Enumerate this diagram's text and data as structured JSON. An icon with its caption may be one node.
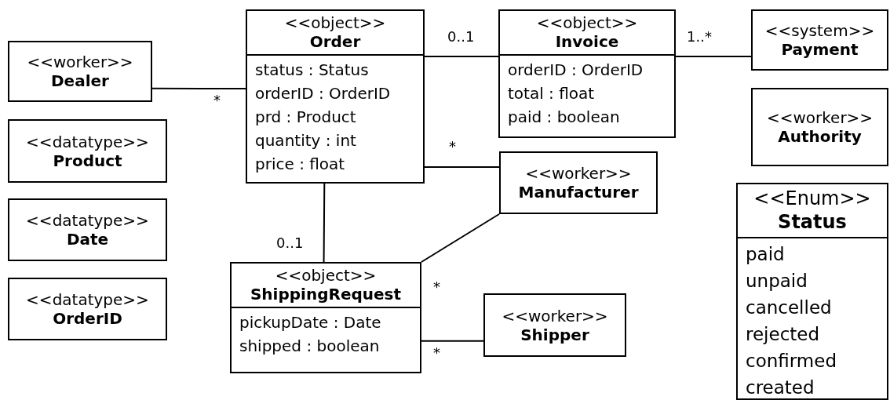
{
  "diagram": {
    "nodes": [
      {
        "text": [
          "<<object>>",
          "Order",
          "status : Status",
          "orderID : OrderID",
          "prd : Product",
          "quantity : int",
          "price : float"
        ]
      },
      {
        "text": [
          "<<object>>",
          "Invoice",
          "orderID : OrderID",
          "total : float",
          "paid : boolean"
        ]
      },
      {
        "text": [
          "<<system>>",
          "Payment"
        ]
      },
      {
        "text": [
          "<<worker>>",
          "Dealer"
        ]
      },
      {
        "text": [
          "<<datatype>>",
          "Product"
        ]
      },
      {
        "text": [
          "<<worker>>",
          "Manufacturer"
        ]
      },
      {
        "text": [
          "<<worker>>",
          "Authority"
        ]
      },
      {
        "text": [
          "<<datatype>>",
          "Date"
        ]
      },
      {
        "text": [
          "<<Enum>>",
          "Status",
          "paid",
          "unpaid",
          "cancelled",
          "rejected",
          "confirmed",
          "created"
        ]
      },
      {
        "text": [
          "<<object>>",
          "ShippingRequest",
          "pickupDate : Date",
          "shipped : boolean"
        ]
      },
      {
        "text": [
          "<<datatype>>",
          "OrderID"
        ]
      },
      {
        "text": [
          "<<worker>>",
          "Shipper"
        ]
      }
    ],
    "edges": [
      {
        "from": 3,
        "to": 0,
        "arrow": "none",
        "label": "*"
      },
      {
        "from": 0,
        "to": 1,
        "arrow": "none",
        "label": "0..1"
      },
      {
        "from": 1,
        "to": 2,
        "arrow": "none",
        "label": "1..*"
      },
      {
        "from": 0,
        "to": 5,
        "arrow": "none",
        "label": "*"
      },
      {
        "from": 0,
        "to": 9,
        "arrow": "none",
        "label": "0..1"
      },
      {
        "from": 5,
        "to": 9,
        "arrow": "none",
        "label": "*"
      },
      {
        "from": 9,
        "to": 11,
        "arrow": "none",
        "label": "*"
      }
    ]
  }
}
